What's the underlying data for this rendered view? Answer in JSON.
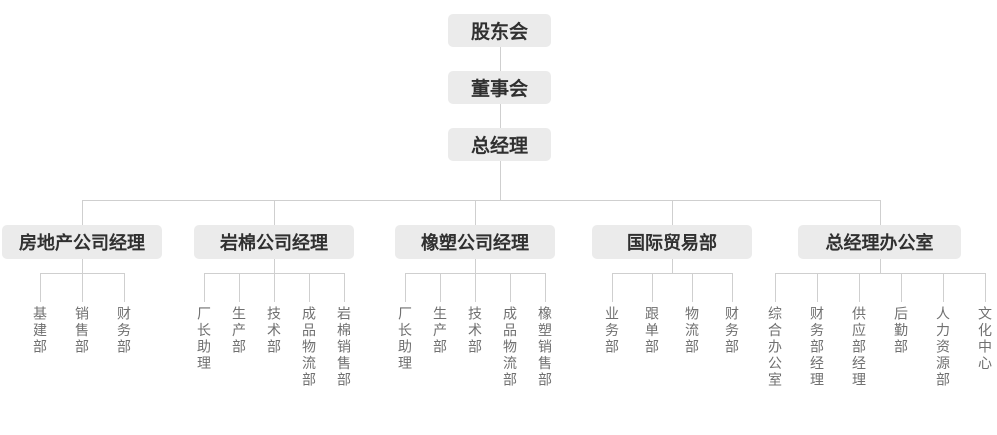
{
  "chart": {
    "root_chain": [
      "股东会",
      "董事会",
      "总经理"
    ],
    "branches": [
      {
        "label": "房地产公司经理",
        "children": [
          "基建部",
          "销售部",
          "财务部"
        ]
      },
      {
        "label": "岩棉公司经理",
        "children": [
          "厂长助理",
          "生产部",
          "技术部",
          "成品物流部",
          "岩棉销售部"
        ]
      },
      {
        "label": "橡塑公司经理",
        "children": [
          "厂长助理",
          "生产部",
          "技术部",
          "成品物流部",
          "橡塑销售部"
        ]
      },
      {
        "label": "国际贸易部",
        "children": [
          "业务部",
          "跟单部",
          "物流部",
          "财务部"
        ]
      },
      {
        "label": "总经理办公室",
        "children": [
          "综合办公室",
          "财务部经理",
          "供应部经理",
          "后勤部",
          "人力资源部",
          "文化中心"
        ]
      }
    ],
    "colors": {
      "node_bg": "#ebebeb",
      "node_text": "#303030",
      "connector_line": "#cfcfcf",
      "leaf_text": "#707070"
    }
  }
}
